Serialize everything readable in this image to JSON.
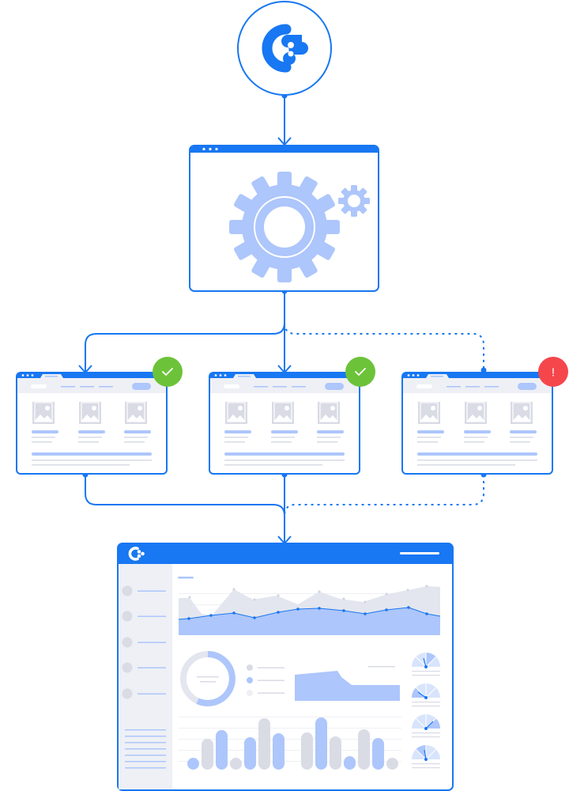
{
  "diagram": {
    "kind": "workflow",
    "nodes": [
      {
        "id": "source",
        "icon": "brand-logo-icon"
      },
      {
        "id": "processing",
        "icon": "gear-icon"
      },
      {
        "id": "page-1",
        "status": "success",
        "status_icon": "check-icon"
      },
      {
        "id": "page-2",
        "status": "success",
        "status_icon": "check-icon"
      },
      {
        "id": "page-3",
        "status": "error",
        "status_icon": "exclamation-icon",
        "status_glyph": "!"
      },
      {
        "id": "dashboard",
        "icon": "brand-logo-icon"
      }
    ],
    "edges": [
      {
        "from": "source",
        "to": "processing",
        "style": "solid"
      },
      {
        "from": "processing",
        "to": "page-1",
        "style": "solid"
      },
      {
        "from": "processing",
        "to": "page-2",
        "style": "solid"
      },
      {
        "from": "processing",
        "to": "page-3",
        "style": "dashed"
      },
      {
        "from": "page-1",
        "to": "dashboard",
        "style": "solid"
      },
      {
        "from": "page-2",
        "to": "dashboard",
        "style": "solid"
      },
      {
        "from": "page-3",
        "to": "dashboard",
        "style": "dashed"
      }
    ]
  },
  "colors": {
    "primary": "#1877f2",
    "light_blue": "#adc6fb",
    "pale_blue": "#d8e4fc",
    "grey": "#d9dbe5",
    "light_grey": "#eef0f5",
    "success": "#6cc33a",
    "error": "#f5464c"
  }
}
